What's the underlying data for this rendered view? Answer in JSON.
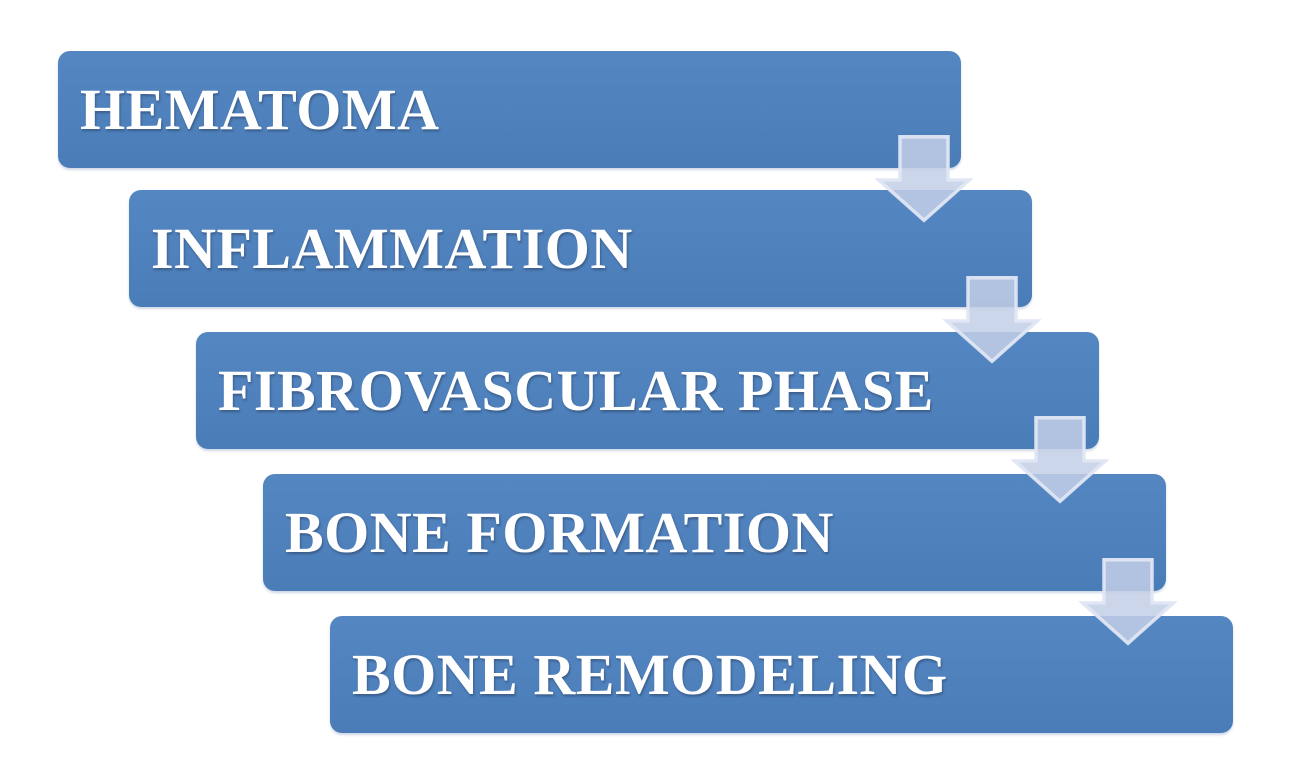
{
  "diagram": {
    "type": "step-down-process",
    "steps": [
      {
        "label": "HEMATOMA"
      },
      {
        "label": "INFLAMMATION"
      },
      {
        "label": "FIBROVASCULAR PHASE"
      },
      {
        "label": "BONE FORMATION"
      },
      {
        "label": "BONE REMODELING"
      }
    ],
    "connector_icon": "down-arrow-icon"
  },
  "colors": {
    "background": "#ffffff",
    "box_fill": "#4f81bd",
    "box_fill_light": "#5486c1",
    "box_fill_dark": "#4a7cb7",
    "box_text": "#ffffff",
    "arrow_fill": "#c3cfe6",
    "arrow_border": "#dfe6f3"
  }
}
